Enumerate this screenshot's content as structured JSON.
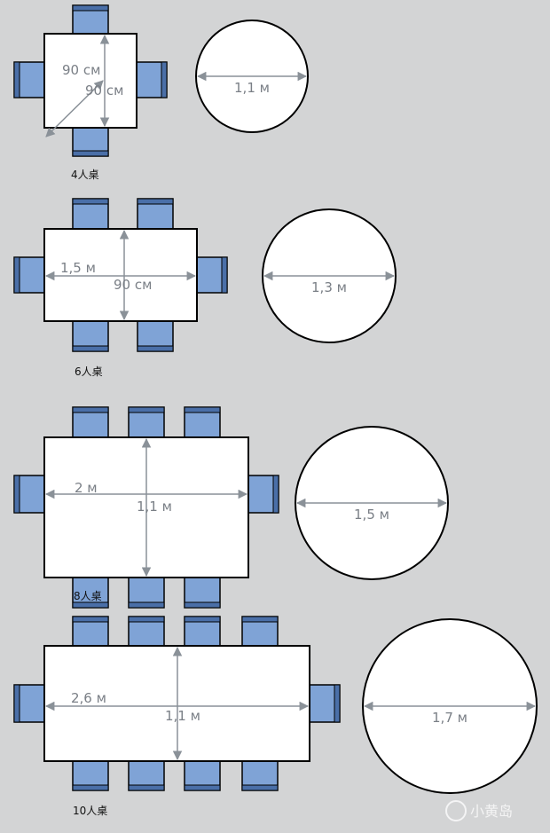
{
  "colors": {
    "background": "#d3d4d5",
    "table_fill": "#ffffff",
    "outline": "#000000",
    "chair_fill": "#7fa3d6",
    "chair_edge": "#4a6fa8",
    "dimension_line": "#8a9198"
  },
  "watermark": "小黄岛",
  "diagrams": [
    {
      "caption": "4人桌",
      "rect_width_label": "90 см",
      "rect_depth_label": "90 см",
      "circle_label": "1,1 м"
    },
    {
      "caption": "6人桌",
      "rect_width_label": "1,5 м",
      "rect_depth_label": "90 см",
      "circle_label": "1,3 м"
    },
    {
      "caption": "8人桌",
      "rect_width_label": "2 м",
      "rect_depth_label": "1,1 м",
      "circle_label": "1,5 м"
    },
    {
      "caption": "10人桌",
      "rect_width_label": "2,6 м",
      "rect_depth_label": "1,1 м",
      "circle_label": "1,7 м"
    }
  ]
}
